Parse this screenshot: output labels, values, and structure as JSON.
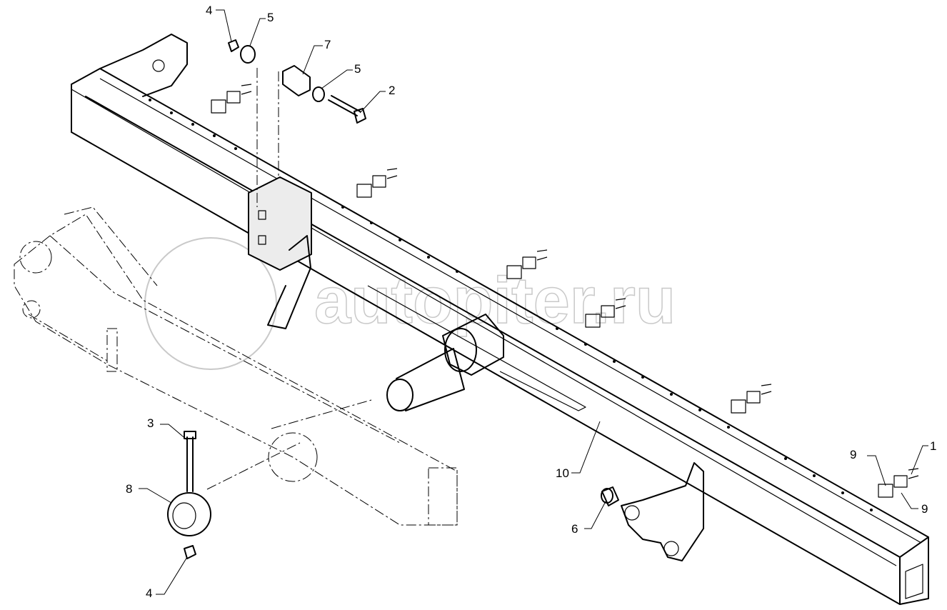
{
  "watermark": "autopiter.ru",
  "callouts": [
    {
      "id": "c4a",
      "text": "4"
    },
    {
      "id": "c5a",
      "text": "5"
    },
    {
      "id": "c7",
      "text": "7"
    },
    {
      "id": "c5b",
      "text": "5"
    },
    {
      "id": "c2",
      "text": "2"
    },
    {
      "id": "c3",
      "text": "3"
    },
    {
      "id": "c8",
      "text": "8"
    },
    {
      "id": "c4b",
      "text": "4"
    },
    {
      "id": "c6",
      "text": "6"
    },
    {
      "id": "c10",
      "text": "10"
    },
    {
      "id": "c9a",
      "text": "9"
    },
    {
      "id": "c1",
      "text": "1"
    },
    {
      "id": "c9b",
      "text": "9"
    }
  ]
}
